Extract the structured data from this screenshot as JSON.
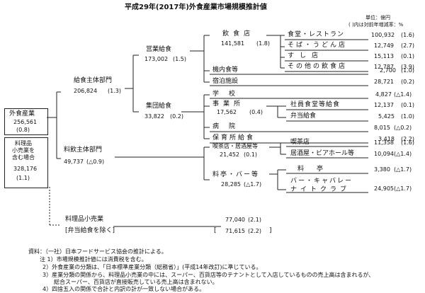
{
  "title": "平成29年(2017年)外食産業市場規模推計値",
  "unit_note": "単位：億円",
  "unit_note2": "( )内は対前年増減率：%",
  "root": {
    "label": "外食産業",
    "value": "256,561",
    "rate": "(0.8)"
  },
  "root_incl": {
    "line1": "料理品",
    "line2": "小売業を",
    "line3": "含む場合",
    "value": "328,176",
    "rate": "(1.1)"
  },
  "l1": {
    "kyushoku": {
      "label": "給食主体部門",
      "value": "206,824",
      "rate": "(1.3)"
    },
    "inryo": {
      "label": "料飲主体部門",
      "value": "49,737",
      "rate": "(△0.9)"
    }
  },
  "l2": {
    "eigyo": {
      "label": "営業給食",
      "value": "173,002",
      "rate": "(1.5)"
    },
    "shudan": {
      "label": "集団給食",
      "value": "33,822",
      "rate": "(0.2)"
    },
    "kissa": {
      "label": "喫茶店・居酒屋等",
      "value": "21,452",
      "rate": "(0.1)"
    },
    "ryotei": {
      "label": "料亭・バー等",
      "value": "28,285",
      "rate": "(△1.7)"
    }
  },
  "l3": {
    "inshoku": {
      "label": "飲食店",
      "value": "141,581",
      "rate": "(1.8)"
    },
    "kinai": {
      "label": "機内食等"
    },
    "shukuhaku": {
      "label": "宿泊施設"
    },
    "gakko": {
      "label": "学校"
    },
    "jigyosho": {
      "label": "事業所",
      "value": "17,562",
      "rate": "(0.4)"
    },
    "byoin": {
      "label": "病院"
    },
    "hoiku": {
      "label": "保育所給食"
    }
  },
  "leaves": {
    "shokudo": {
      "label": "食堂・レストラン",
      "value": "100,932",
      "rate": "(1.6)"
    },
    "soba": {
      "label": "そば・うどん店",
      "value": "12,749",
      "rate": "(2.7)"
    },
    "sushi": {
      "label": "すし店",
      "value": "15,113",
      "rate": "(0.1)"
    },
    "sonota": {
      "label": "その他の飲食店",
      "value": "12,787",
      "rate": "(3.9)"
    },
    "kinai_v": {
      "value": "2,700",
      "rate": "(1.0)"
    },
    "shukuhaku_v": {
      "value": "28,721",
      "rate": "(0.2)"
    },
    "gakko_v": {
      "value": "4,827",
      "rate": "(△1.4)"
    },
    "shain": {
      "label": "社員食堂等給食",
      "value": "12,137",
      "rate": "(0.1)"
    },
    "bento": {
      "label": "弁当給食",
      "value": "5,425",
      "rate": "(1.0)"
    },
    "byoin_v": {
      "value": "8,015",
      "rate": "(△0.2)"
    },
    "hoiku_v": {
      "value": "3,418",
      "rate": "(2.2)"
    },
    "kissaten": {
      "label": "喫茶店",
      "value": "11,358",
      "rate": "(1.6)"
    },
    "izakaya": {
      "label": "居酒屋・ビアホール等",
      "value": "10,094",
      "rate": "(△1.4)"
    },
    "ryotei_l": {
      "label": "料亭",
      "value": "3,380",
      "rate": "(△1.7)"
    },
    "bar_l1": "バー・キャバレー",
    "bar_l2": "ナイトクラブ",
    "bar_v": {
      "value": "24,905",
      "rate": "(△1.7)"
    }
  },
  "ryorihin": {
    "label": "料理品小売業",
    "value": "77,040",
    "rate": "(2.1)"
  },
  "bento_excl": {
    "label": "[弁当給食を除く]",
    "bracket": "[",
    "value": "71,615",
    "rate": "(2.2)",
    "close": "]"
  },
  "notes": {
    "src": "資料：（一社）日本フードサービス協会の推計による。",
    "n0": "注 1）市場規模推計値には消費税を含む。",
    "n2": "2）外食産業の分類は、「日本標準産業分類（総務省）」(平成14年改訂)に準じている。",
    "n3": "3）産業分類の関係から、料理品小売業の中には、スーパー、百貨店等のテナントとして入店しているものの売上高は含まれるが、",
    "n3b": "総合スーパー、百貨店が直接販売している売上高は含まれない。",
    "n4": "4）四捨五入の関係で合計と内訳の計が一致しない場合がある。"
  }
}
